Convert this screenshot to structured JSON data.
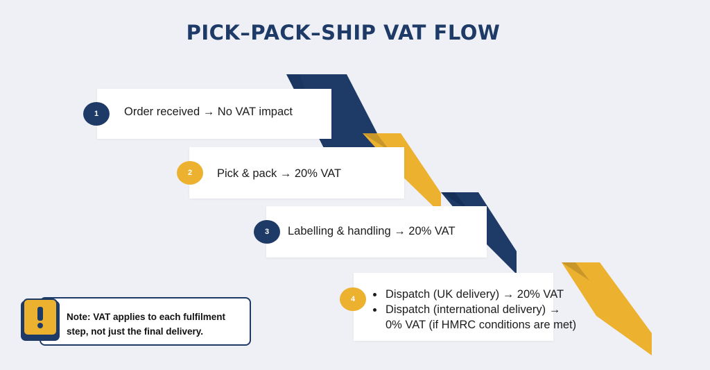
{
  "title": "PICK–PACK–SHIP VAT FLOW",
  "steps": [
    {
      "number": "1",
      "text": "Order received → No VAT impact"
    },
    {
      "number": "2",
      "text": "Pick & pack → 20% VAT"
    },
    {
      "number": "3",
      "text": "Labelling & handling → 20% VAT"
    },
    {
      "number": "4",
      "bullets": [
        "Dispatch (UK delivery) → 20% VAT",
        "Dispatch (international delivery) →",
        "0% VAT (if HMRC conditions are met)"
      ]
    }
  ],
  "note": {
    "text": "Note: VAT applies to each fulfilment step, not just the final delivery.",
    "icon": "exclamation-icon"
  },
  "colors": {
    "navy": "#1e3a66",
    "gold": "#ebb12f",
    "background": "#eef0f5"
  }
}
